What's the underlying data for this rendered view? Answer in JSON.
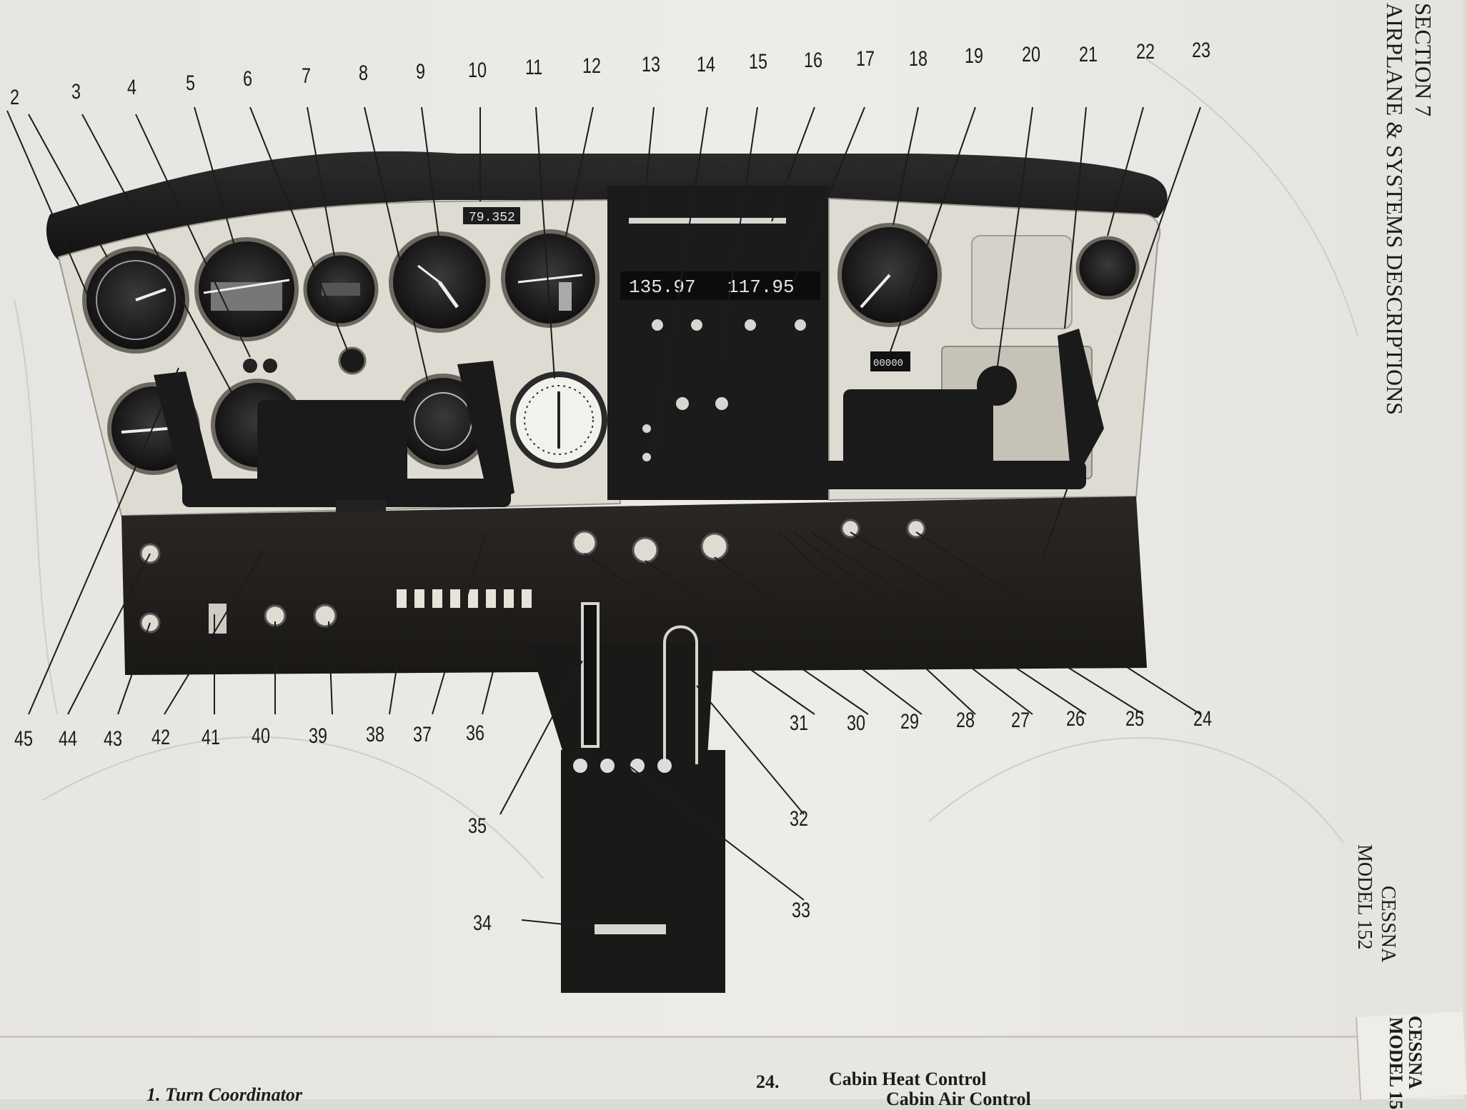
{
  "section_header": {
    "line1": "SECTION 7",
    "line2": "AIRPLANE & SYSTEMS DESCRIPTIONS"
  },
  "model_header": {
    "line1": "CESSNA",
    "line2": "MODEL 152"
  },
  "next_page_header": {
    "line1": "CESSNA",
    "line2": "MODEL 15"
  },
  "callouts": [
    "2",
    "3",
    "4",
    "5",
    "6",
    "7",
    "8",
    "9",
    "10",
    "11",
    "12",
    "13",
    "14",
    "15",
    "16",
    "17",
    "18",
    "19",
    "20",
    "21",
    "22",
    "23",
    "24",
    "25",
    "26",
    "27",
    "28",
    "29",
    "30",
    "31",
    "32",
    "33",
    "34",
    "35",
    "36",
    "37",
    "38",
    "39",
    "40",
    "41",
    "42",
    "43",
    "44",
    "45"
  ],
  "legend": {
    "item1_label": "1.    Turn Coordinator",
    "item24_number": "24.",
    "item24_label": "Cabin Heat Control",
    "item25_fragment": "Cabin Air Control"
  },
  "panel": {
    "clock_readout": "79.352",
    "comm_freq_left": "135.97",
    "comm_freq_right": "117.95",
    "hobbs_readout": "00000"
  },
  "colors": {
    "ink": "#1c1c1c",
    "paper": "#e8e7e3",
    "panel_dark": "#1d1d1d",
    "panel_face": "#dedbd2",
    "metal": "#b9b6af"
  }
}
